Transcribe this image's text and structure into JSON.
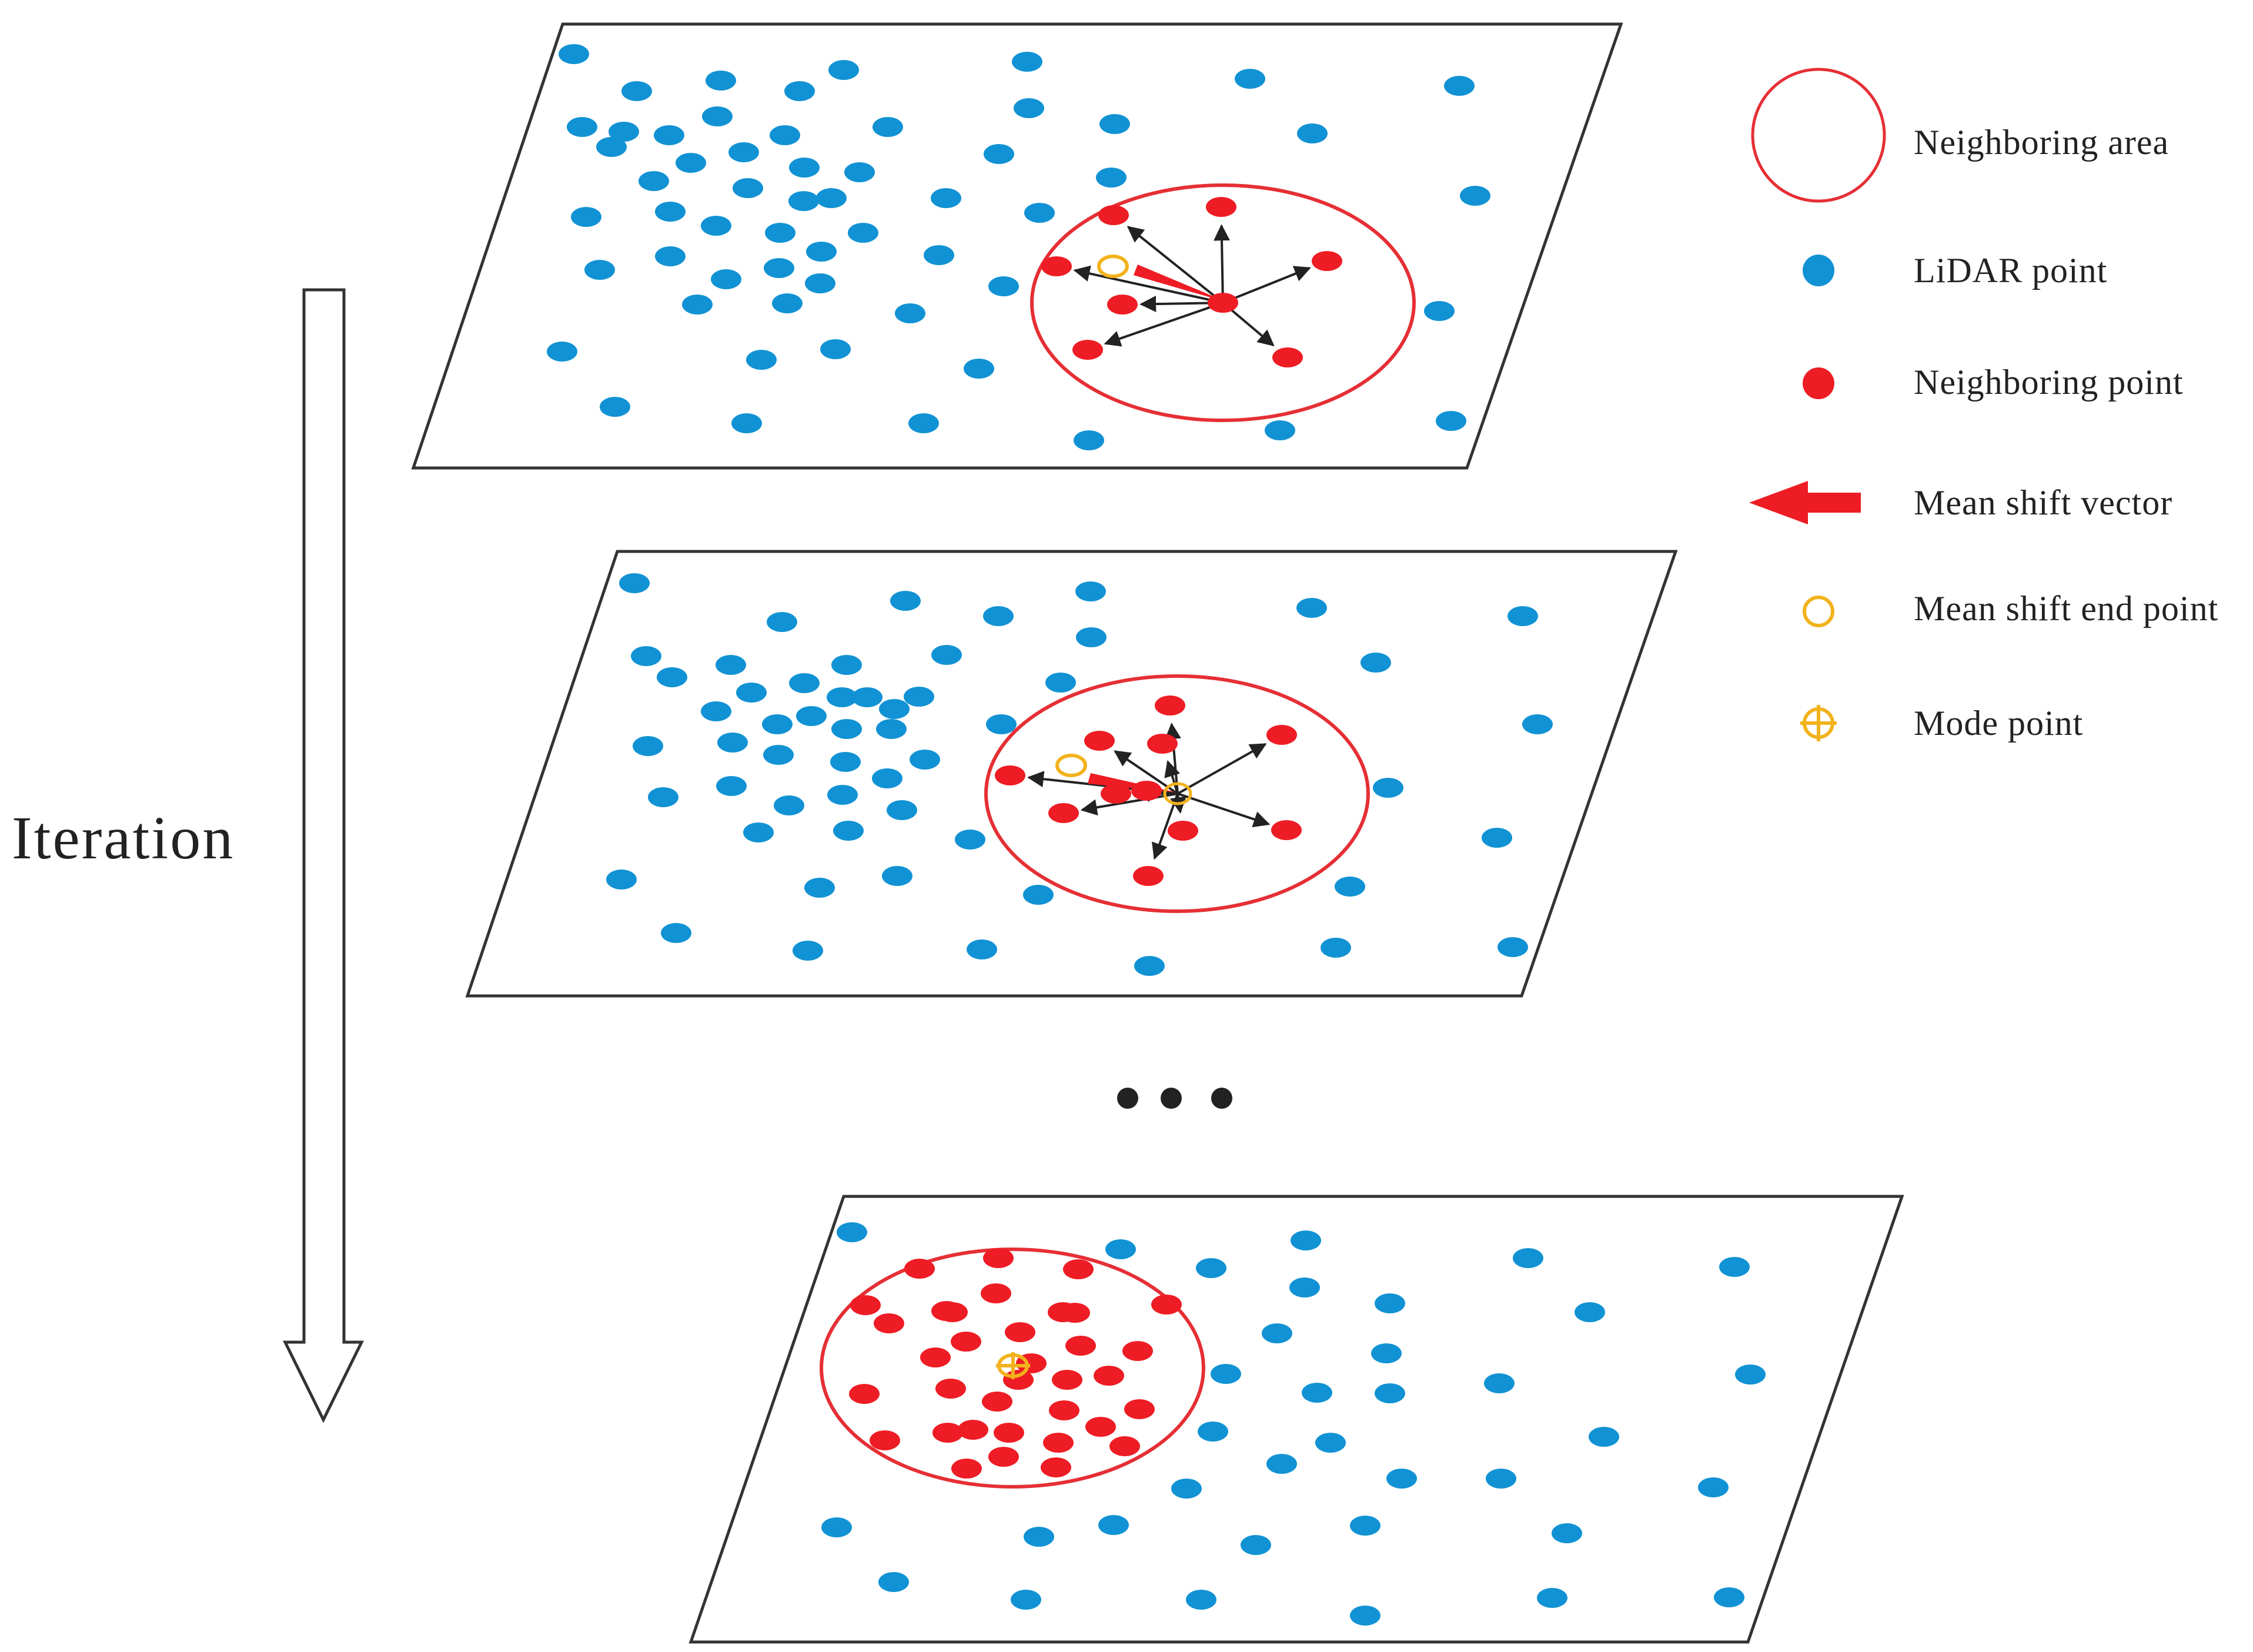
{
  "labels": {
    "iteration": "Iteration"
  },
  "legend": [
    {
      "key": "neighboring-area",
      "label": "Neighboring area",
      "symbol": "circle-outline"
    },
    {
      "key": "lidar-point",
      "label": "LiDAR point",
      "symbol": "dot"
    },
    {
      "key": "neighboring-point",
      "label": "Neighboring point",
      "symbol": "dot"
    },
    {
      "key": "mean-shift-vector",
      "label": "Mean shift vector",
      "symbol": "arrow"
    },
    {
      "key": "mean-shift-end-point",
      "label": "Mean shift end point",
      "symbol": "ring"
    },
    {
      "key": "mode-point",
      "label": "Mode point",
      "symbol": "crosshair-circle"
    }
  ],
  "colors": {
    "lidar": "#1192d4",
    "neighbor": "#ee1c24",
    "end_point": "#f2b21c",
    "black": "#222222"
  },
  "ellipsis": "• • •"
}
